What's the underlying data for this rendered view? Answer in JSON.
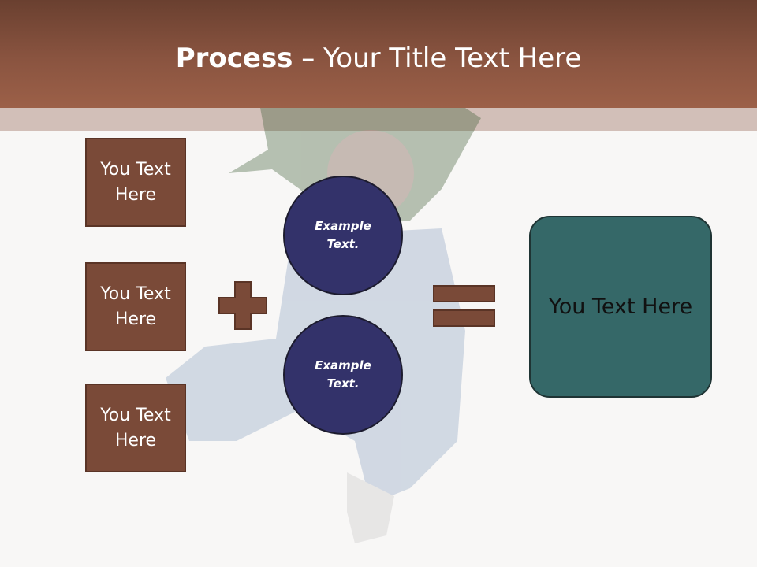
{
  "title": {
    "bold": "Process",
    "rest": " – Your Title Text Here"
  },
  "inputs": [
    {
      "text": "You Text\nHere"
    },
    {
      "text": "You Text\nHere"
    },
    {
      "text": "You Text\nHere"
    }
  ],
  "circles": [
    {
      "text": "Example\nText."
    },
    {
      "text": "Example\nText."
    }
  ],
  "result": {
    "text": "You Text Here"
  },
  "operators": {
    "plus": "plus-icon",
    "equals": "equals-icon"
  },
  "colors": {
    "header": "#8a5440",
    "box": "#7a4a38",
    "circle": "#33326a",
    "result": "#356868"
  }
}
